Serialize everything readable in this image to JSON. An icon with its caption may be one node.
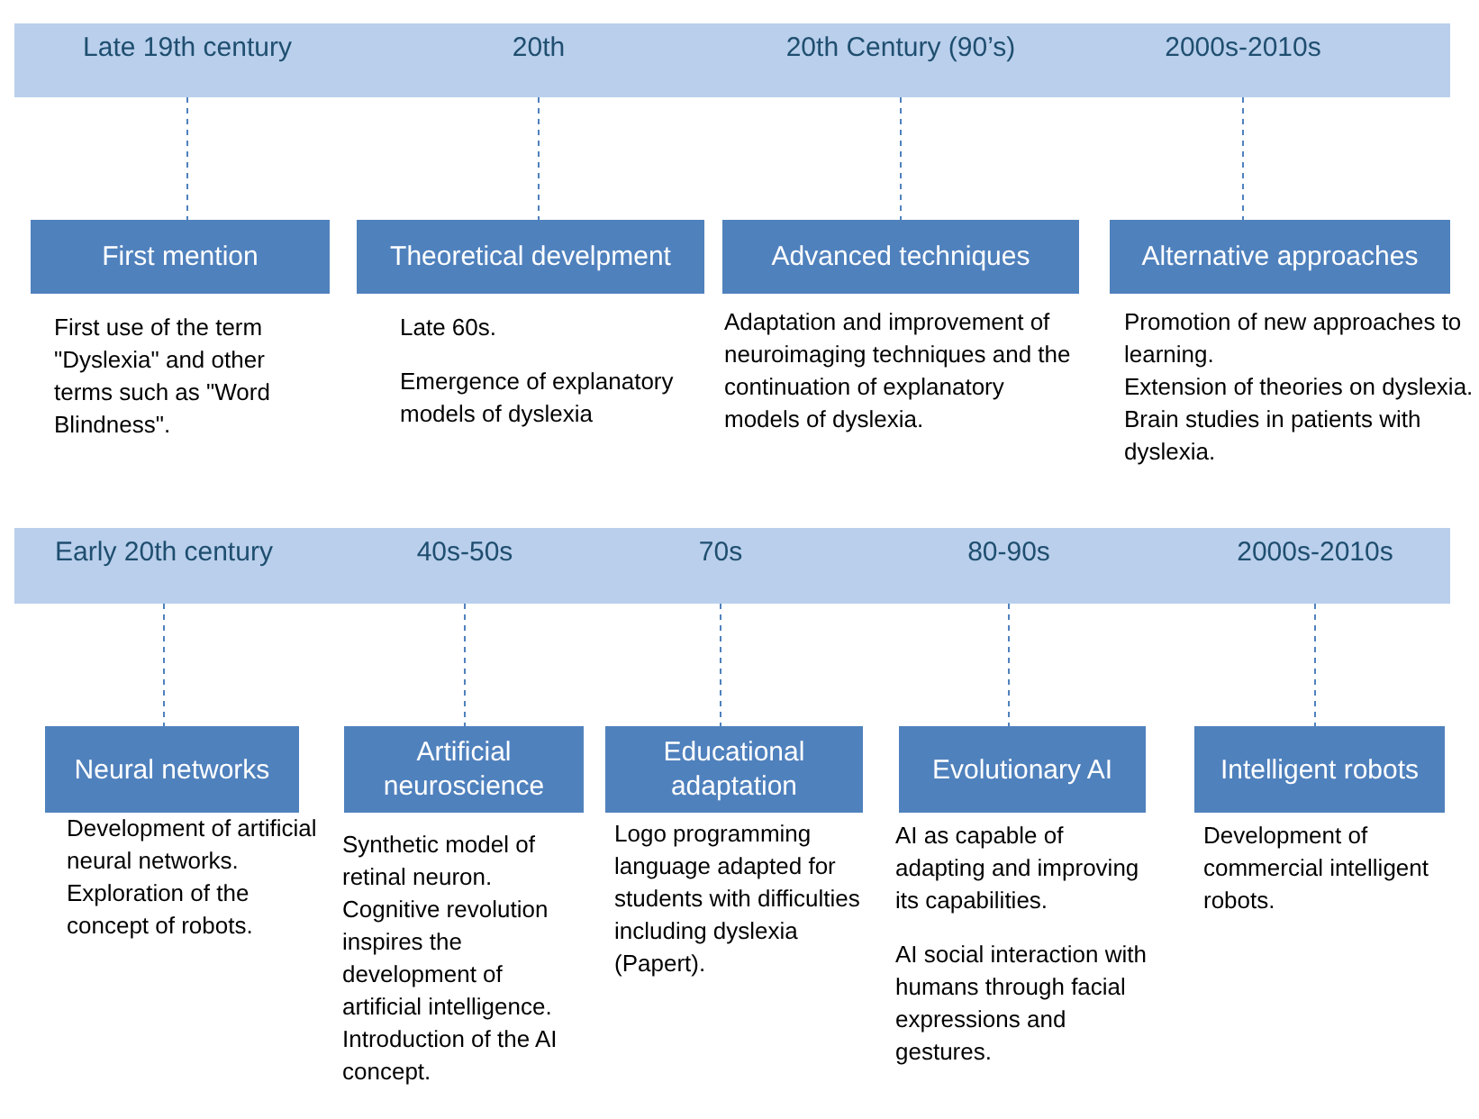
{
  "diagram": {
    "nodes": [
      {
        "text": [],
        "shape": "bar"
      },
      {
        "text": [
          "Late 19th century"
        ],
        "in": 0
      },
      {
        "text": [
          "20th"
        ],
        "in": 0
      },
      {
        "text": [
          "20th Century (90’s)"
        ],
        "in": 0
      },
      {
        "text": [
          "2000s-2010s"
        ],
        "in": 0
      },
      {
        "text": [
          "First mention"
        ],
        "beside": [
          "First use of the term \"Dyslexia\" and other terms such as \"Word Blindness\"."
        ]
      },
      {
        "text": [
          "Theoretical develpment"
        ],
        "beside": [
          "Late 60s.",
          "Emergence of explanatory models of dyslexia"
        ]
      },
      {
        "text": [
          "Advanced techniques"
        ],
        "beside": [
          "Adaptation and improvement of neuroimaging techniques and the continuation of explanatory models of dyslexia."
        ]
      },
      {
        "text": [
          "Alternative approaches"
        ],
        "beside": [
          "Promotion of new approaches to learning.",
          "Extension of theories on dyslexia.",
          "Brain studies in patients with dyslexia."
        ]
      },
      {
        "text": [],
        "shape": "bar"
      },
      {
        "text": [
          "Early 20th century"
        ],
        "in": 9
      },
      {
        "text": [
          "40s-50s"
        ],
        "in": 9
      },
      {
        "text": [
          "70s"
        ],
        "in": 9
      },
      {
        "text": [
          "80-90s"
        ],
        "in": 9
      },
      {
        "text": [
          "2000s-2010s"
        ],
        "in": 9
      },
      {
        "text": [
          "Neural networks"
        ],
        "beside": [
          "Development of artificial neural networks. Exploration of the concept of robots."
        ]
      },
      {
        "text": [
          "Artificial neuroscience"
        ],
        "beside": [
          "Synthetic model of retinal neuron. Cognitive revolution inspires the development of artificial intelligence. Introduction of the AI concept."
        ]
      },
      {
        "text": [
          "Educational adaptation"
        ],
        "beside": [
          "Logo programming language adapted for students with difficulties including dyslexia (Papert)."
        ]
      },
      {
        "text": [
          "Evolutionary AI"
        ],
        "beside": [
          "AI as capable of adapting and improving its capabilities.",
          "AI social interaction with humans through facial expressions and gestures."
        ]
      },
      {
        "text": [
          "Intelligent robots"
        ],
        "beside": [
          "Development of commercial intelligent robots."
        ]
      }
    ],
    "edges": [
      {
        "from": 1,
        "to": 5,
        "arrow": "none",
        "style": "dashed"
      },
      {
        "from": 2,
        "to": 6,
        "arrow": "none",
        "style": "dashed"
      },
      {
        "from": 3,
        "to": 7,
        "arrow": "none",
        "style": "dashed"
      },
      {
        "from": 4,
        "to": 8,
        "arrow": "none",
        "style": "dashed"
      },
      {
        "from": 10,
        "to": 15,
        "arrow": "none",
        "style": "dashed"
      },
      {
        "from": 11,
        "to": 16,
        "arrow": "none",
        "style": "dashed"
      },
      {
        "from": 12,
        "to": 17,
        "arrow": "none",
        "style": "dashed"
      },
      {
        "from": 13,
        "to": 18,
        "arrow": "none",
        "style": "dashed"
      },
      {
        "from": 14,
        "to": 19,
        "arrow": "none",
        "style": "dashed"
      }
    ]
  }
}
